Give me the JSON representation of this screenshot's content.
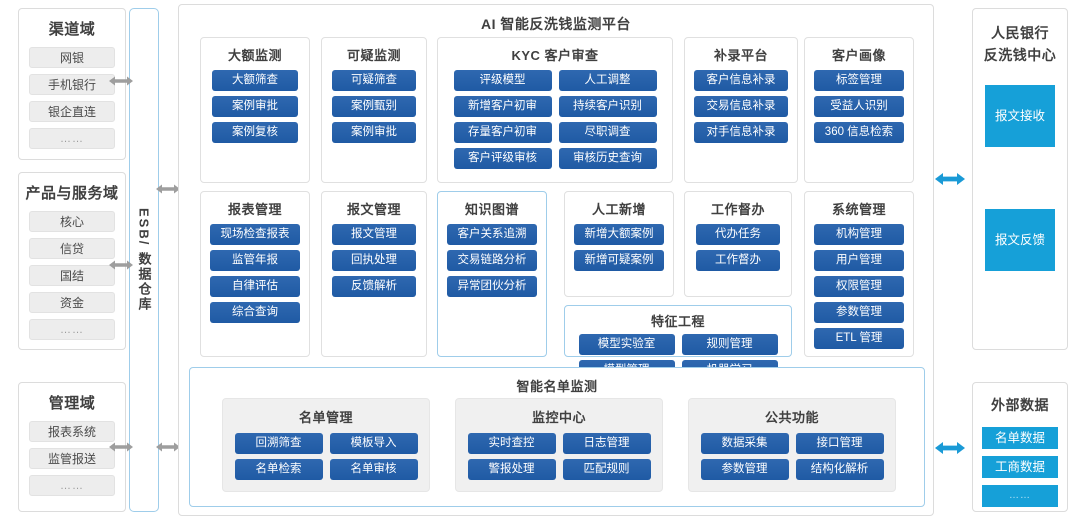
{
  "left_domains": [
    {
      "title": "渠道域",
      "items": [
        "网银",
        "手机银行",
        "银企直连",
        "……"
      ]
    },
    {
      "title": "产品与服务域",
      "items": [
        "核心",
        "信贷",
        "国结",
        "资金",
        "……"
      ]
    },
    {
      "title": "管理域",
      "items": [
        "报表系统",
        "监管报送",
        "……"
      ]
    }
  ],
  "esb": {
    "label": "ESB/ 数据仓库"
  },
  "platform": {
    "title": "AI 智能反洗钱监测平台",
    "row1": [
      {
        "title": "大额监测",
        "cols": 1,
        "items": [
          "大额筛查",
          "案例审批",
          "案例复核"
        ]
      },
      {
        "title": "可疑监测",
        "cols": 1,
        "items": [
          "可疑筛查",
          "案例甄别",
          "案例审批"
        ]
      },
      {
        "title": "KYC 客户审查",
        "cols": 2,
        "items": [
          "评级模型",
          "人工调整",
          "新增客户初审",
          "持续客户识别",
          "存量客户初审",
          "尽职调查",
          "客户评级审核",
          "审核历史查询"
        ]
      },
      {
        "title": "补录平台",
        "cols": 1,
        "items": [
          "客户信息补录",
          "交易信息补录",
          "对手信息补录"
        ]
      },
      {
        "title": "客户画像",
        "cols": 1,
        "items": [
          "标签管理",
          "受益人识别",
          "360 信息检索"
        ]
      }
    ],
    "row2": [
      {
        "title": "报表管理",
        "cols": 1,
        "items": [
          "现场检查报表",
          "监管年报",
          "自律评估",
          "综合查询"
        ]
      },
      {
        "title": "报文管理",
        "cols": 1,
        "items": [
          "报文管理",
          "回执处理",
          "反馈解析"
        ]
      },
      {
        "title": "知识图谱",
        "cols": 1,
        "highlight": true,
        "items": [
          "客户关系追溯",
          "交易链路分析",
          "异常团伙分析"
        ]
      },
      {
        "title": "人工新增",
        "cols": 1,
        "items": [
          "新增大额案例",
          "新增可疑案例"
        ]
      },
      {
        "title": "工作督办",
        "cols": 1,
        "items": [
          "代办任务",
          "工作督办"
        ]
      },
      {
        "title": "系统管理",
        "cols": 1,
        "items": [
          "机构管理",
          "用户管理",
          "权限管理",
          "参数管理",
          "ETL 管理"
        ]
      }
    ],
    "feature_engineering": {
      "title": "特征工程",
      "cols": 2,
      "highlight": true,
      "items": [
        "模型实验室",
        "规则管理",
        "模型管理",
        "机器学习"
      ]
    },
    "smart_list": {
      "title": "智能名单监测",
      "groups": [
        {
          "title": "名单管理",
          "items": [
            "回溯筛查",
            "模板导入",
            "名单检索",
            "名单审核"
          ]
        },
        {
          "title": "监控中心",
          "items": [
            "实时查控",
            "日志管理",
            "警报处理",
            "匹配规则"
          ]
        },
        {
          "title": "公共功能",
          "items": [
            "数据采集",
            "接口管理",
            "参数管理",
            "结构化解析"
          ]
        }
      ]
    }
  },
  "right_panels": [
    {
      "title": "人民银行\n反洗钱中心",
      "title_line1": "人民银行",
      "title_line2": "反洗钱中心",
      "items": [
        "报文接收"
      ]
    },
    {
      "items": [
        "报文反馈"
      ]
    },
    {
      "title_line1": "外部数据",
      "items": [
        "名单数据",
        "工商数据",
        "……"
      ]
    }
  ],
  "colors": {
    "button_blue": "#2060ac",
    "cyan": "#16a0d8",
    "arrow_grey": "#9e9e9e",
    "arrow_blue": "#1a9ad6",
    "panel_border": "#dcdcdc",
    "highlight_border": "#9fcdea",
    "chip_grey": "#ededed"
  }
}
